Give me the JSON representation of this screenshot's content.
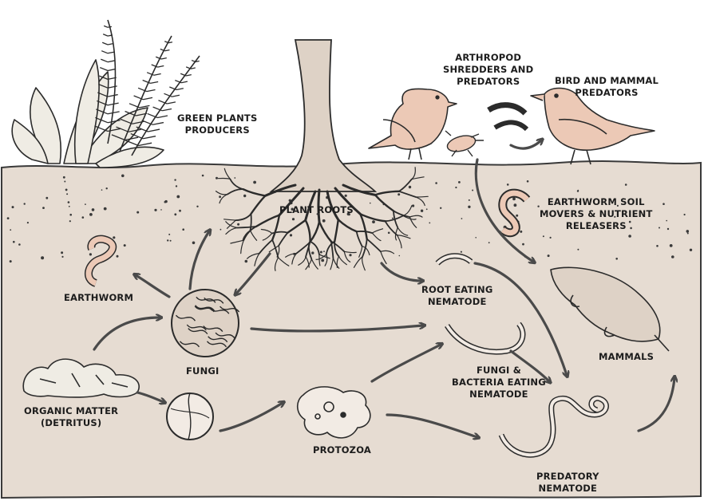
{
  "colors": {
    "soil": "#e6dcd2",
    "soil_edge": "#3a3a3a",
    "ink": "#2b2b2b",
    "plant_fill": "#efece4",
    "bird_fill": "#ecc9b6",
    "root_fill": "#ded2c6",
    "organism_fill": "#f2ebe4",
    "arrow": "#4a4a4a"
  },
  "labels": {
    "green_plants": [
      "GREEN PLANTS",
      "PRODUCERS"
    ],
    "plant_roots": "PLANT ROOTS",
    "arthropod": [
      "ARTHROPOD",
      "SHREDDERS AND",
      "PREDATORS"
    ],
    "bird_mammal": [
      "BIRD AND MAMMAL",
      "PREDATORS"
    ],
    "earthworm_soil": [
      "EARTHWORM SOIL",
      "MOVERS & NUTRIENT",
      "RELEASERS"
    ],
    "earthworm": "EARTHWORM",
    "root_eating": [
      "ROOT EATING",
      "NEMATODE"
    ],
    "fungi": "FUNGI",
    "mammals": "MAMMALS",
    "organic_matter": [
      "ORGANIC MATTER",
      "(DETRITUS)"
    ],
    "fungi_bacteria": [
      "FUNGI &",
      "BACTERIA EATING",
      "NEMATODE"
    ],
    "protozoa": "PROTOZOA",
    "predatory": [
      "PREDATORY",
      "NEMATODE"
    ]
  },
  "icons": [
    "fern-plant-icon",
    "tree-trunk-icon",
    "bird-icon",
    "finch-icon",
    "beetle-icon",
    "millipede-icon",
    "earthworm-icon",
    "fungi-ball-icon",
    "detritus-icon",
    "bacteria-ball-icon",
    "protozoa-icon",
    "nematode-icon",
    "mole-icon"
  ]
}
